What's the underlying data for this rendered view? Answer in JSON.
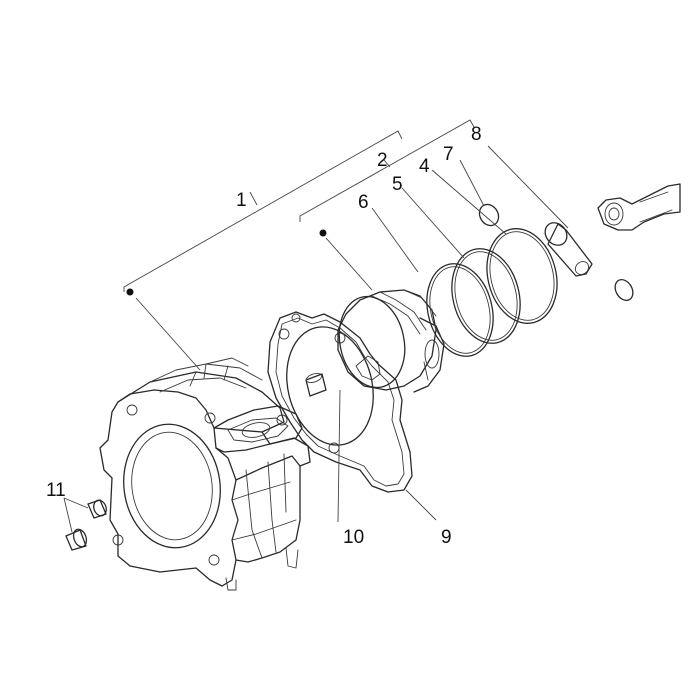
{
  "diagram": {
    "callouts": [
      {
        "id": "c1",
        "label": "1"
      },
      {
        "id": "c2",
        "label": "2"
      },
      {
        "id": "c4",
        "label": "4"
      },
      {
        "id": "c5",
        "label": "5"
      },
      {
        "id": "c6",
        "label": "6"
      },
      {
        "id": "c7",
        "label": "7"
      },
      {
        "id": "c8",
        "label": "8"
      },
      {
        "id": "c9",
        "label": "9"
      },
      {
        "id": "c10",
        "label": "10"
      },
      {
        "id": "c11",
        "label": "11"
      }
    ],
    "line_color": "#2a2a2a",
    "background": "#ffffff"
  }
}
